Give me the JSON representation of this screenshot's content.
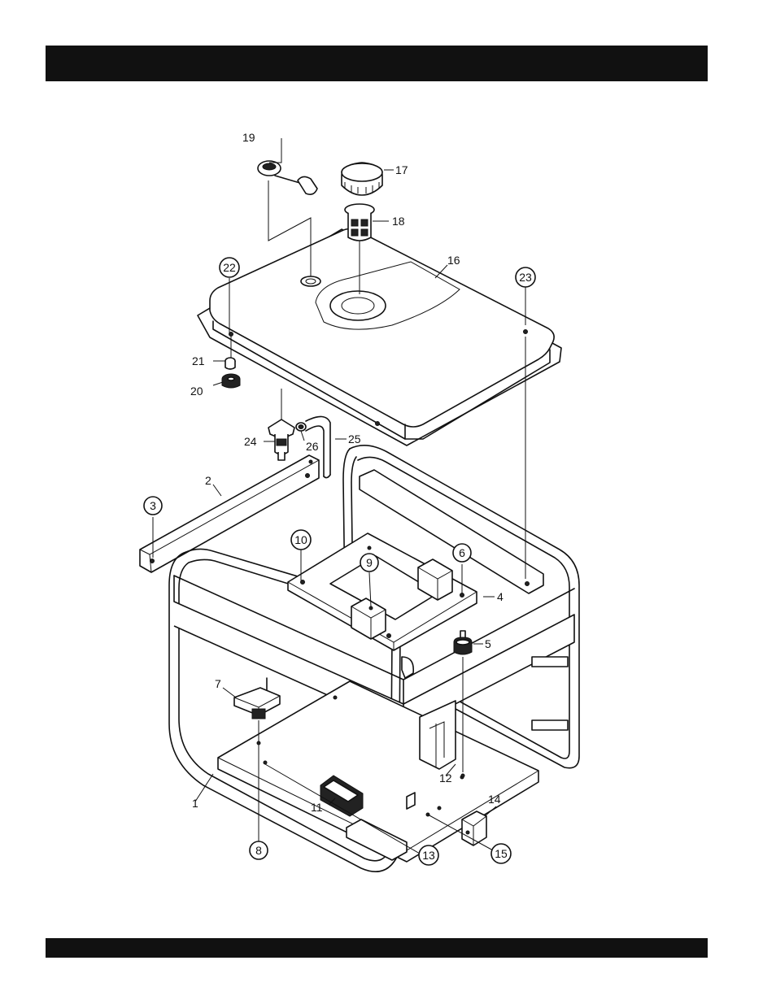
{
  "header": {
    "title": ""
  },
  "footer": {
    "text": ""
  },
  "callouts": [
    {
      "id": "c1",
      "text": "1",
      "circled": false
    },
    {
      "id": "c2",
      "text": "2",
      "circled": false
    },
    {
      "id": "c3",
      "text": "3",
      "circled": true
    },
    {
      "id": "c4",
      "text": "4",
      "circled": false
    },
    {
      "id": "c5",
      "text": "5",
      "circled": false
    },
    {
      "id": "c6",
      "text": "6",
      "circled": true
    },
    {
      "id": "c7",
      "text": "7",
      "circled": false
    },
    {
      "id": "c8",
      "text": "8",
      "circled": true
    },
    {
      "id": "c9",
      "text": "9",
      "circled": true
    },
    {
      "id": "c10",
      "text": "10",
      "circled": true
    },
    {
      "id": "c11",
      "text": "11",
      "circled": false
    },
    {
      "id": "c12",
      "text": "12",
      "circled": false
    },
    {
      "id": "c13",
      "text": "13",
      "circled": true
    },
    {
      "id": "c14",
      "text": "14",
      "circled": false
    },
    {
      "id": "c15",
      "text": "15",
      "circled": true
    },
    {
      "id": "c16",
      "text": "16",
      "circled": false
    },
    {
      "id": "c17",
      "text": "17",
      "circled": false
    },
    {
      "id": "c18",
      "text": "18",
      "circled": false
    },
    {
      "id": "c19",
      "text": "19",
      "circled": false
    },
    {
      "id": "c20",
      "text": "20",
      "circled": false
    },
    {
      "id": "c21",
      "text": "21",
      "circled": false
    },
    {
      "id": "c22",
      "text": "22",
      "circled": true
    },
    {
      "id": "c23",
      "text": "23",
      "circled": true
    },
    {
      "id": "c24",
      "text": "24",
      "circled": false
    },
    {
      "id": "c25",
      "text": "25",
      "circled": false
    },
    {
      "id": "c26",
      "text": "26",
      "circled": false
    }
  ]
}
